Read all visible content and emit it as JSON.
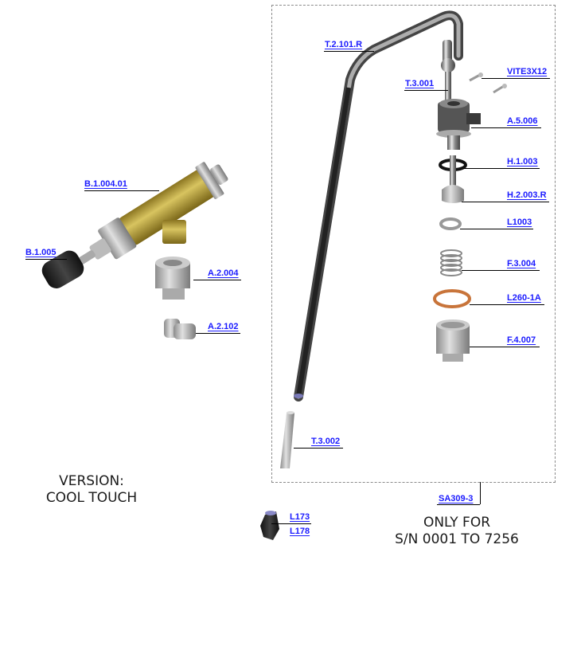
{
  "diagram": {
    "type": "exploded-parts-view",
    "group": {
      "label": "SA309-3",
      "note_line1": "ONLY FOR",
      "note_line2": "S/N 0001 TO 7256"
    },
    "version_note": {
      "line1": "VERSION:",
      "line2": "COOL TOUCH"
    },
    "colors": {
      "label": "#1a1aff",
      "leader": "#000000",
      "group_border": "#8a8a8a",
      "brass": "#b8a038",
      "copper": "#c8743a",
      "chrome": "#a8a8a8",
      "black_knob": "#1e1e1e"
    },
    "parts": [
      {
        "id": "T.2.101.R",
        "name": "spout-tube"
      },
      {
        "id": "T.3.001",
        "name": "spout-ball-joint"
      },
      {
        "id": "VITE3X12",
        "name": "screw"
      },
      {
        "id": "A.5.006",
        "name": "spout-clamp-body"
      },
      {
        "id": "H.1.003",
        "name": "o-ring"
      },
      {
        "id": "H.2.003.R",
        "name": "valve-nut"
      },
      {
        "id": "L1003",
        "name": "washer"
      },
      {
        "id": "F.3.004",
        "name": "spring"
      },
      {
        "id": "L260-1A",
        "name": "copper-gasket"
      },
      {
        "id": "F.4.007",
        "name": "hex-fitting"
      },
      {
        "id": "T.3.002",
        "name": "cool-touch-sleeve"
      },
      {
        "id": "B.1.004.01",
        "name": "brass-valve-body"
      },
      {
        "id": "B.1.005",
        "name": "black-knob"
      },
      {
        "id": "A.2.004",
        "name": "hex-nut-fitting"
      },
      {
        "id": "A.2.102",
        "name": "elbow-fitting"
      },
      {
        "id": "L173",
        "name": "end-cap-a"
      },
      {
        "id": "L178",
        "name": "end-cap-b"
      }
    ]
  }
}
